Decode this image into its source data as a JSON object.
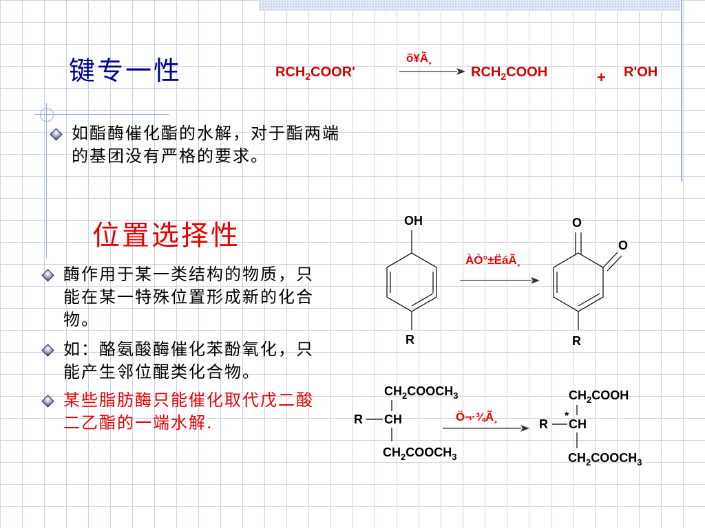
{
  "headings": {
    "key_specificity": "键专一性",
    "positional_selectivity": "位置选择性"
  },
  "bullets_top": [
    {
      "text": "如酯酶催化酯的水解，对于酯两端的基团没有严格的要求。"
    }
  ],
  "bullets_bottom": [
    {
      "text": "酶作用于某一类结构的物质，只能在某一特殊位置形成新的化合物。"
    },
    {
      "text": "如：酪氨酸酶催化苯酚氧化，只能产生邻位醌类化合物。"
    },
    {
      "text": "某些脂肪酶只能催化取代戊二酸二乙酯的一端水解."
    }
  ],
  "reaction_ester": {
    "reactant": {
      "main": "RCH",
      "sub": "2",
      "tail": "COOR'"
    },
    "condition": "õ¥Ã¸",
    "product_1": {
      "main": "RCH",
      "sub": "2",
      "tail": "COOH"
    },
    "plus": "+",
    "product_2": "R'OH"
  },
  "reaction_phenol": {
    "reactant_group_top": "OH",
    "reactant_group_bottom": "R",
    "condition": "ÀÒ°±ËáÃ¸",
    "product_o1": "O",
    "product_o2": "O",
    "product_group_bottom": "R"
  },
  "reaction_glutarate": {
    "reactant": {
      "top": {
        "main": "CH",
        "sub": "2",
        "tail": "COOCH",
        "sub2": "3"
      },
      "r": "R",
      "center": "CH",
      "bottom": {
        "main": "CH",
        "sub": "2",
        "tail": "COOCH",
        "sub2": "3"
      }
    },
    "condition": "Ö¬·¾Ã¸",
    "product": {
      "top": {
        "main": "CH",
        "sub": "2",
        "tail": "COOH"
      },
      "r": "R",
      "star": "*",
      "center": "CH",
      "bottom": {
        "main": "CH",
        "sub": "2",
        "tail": "COOCH",
        "sub2": "3"
      }
    }
  },
  "colors": {
    "title_blue": "#00008b",
    "accent_red": "#e60000",
    "grid_line": "#c9d3e8"
  }
}
